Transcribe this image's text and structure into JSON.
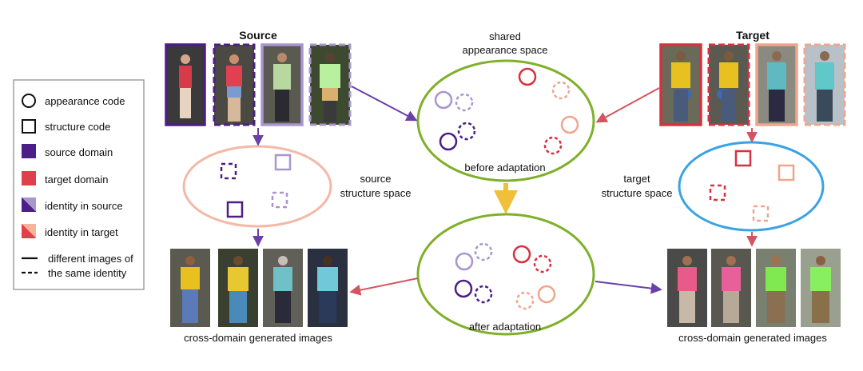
{
  "headings": {
    "source": "Source",
    "target": "Target"
  },
  "legend": {
    "items": [
      {
        "symbol": "circle",
        "label": "appearance code"
      },
      {
        "symbol": "square",
        "label": "structure code"
      },
      {
        "symbol": "fill-source",
        "label": "source domain"
      },
      {
        "symbol": "fill-target",
        "label": "target domain"
      },
      {
        "symbol": "split-source",
        "label": "identity in source"
      },
      {
        "symbol": "split-target",
        "label": "identity in target"
      }
    ],
    "line_note": [
      "different images of",
      "the same identity"
    ]
  },
  "spaces": {
    "shared_title": [
      "shared",
      "appearance space"
    ],
    "before": "before adaptation",
    "after": "after adaptation",
    "source_structure": [
      "source",
      "structure space"
    ],
    "target_structure": [
      "target",
      "structure space"
    ]
  },
  "captions": {
    "left": "cross-domain generated images",
    "right": "cross-domain generated images"
  },
  "colors": {
    "source": "#4b1f86",
    "source_light": "#a996cf",
    "target": "#d8303f",
    "target_light": "#f0a68e",
    "appearance_ellipse": "#7fb02a",
    "source_ellipse": "#f4b8a8",
    "target_ellipse": "#3aa3e3",
    "down_arrow": "#f0c03a"
  }
}
